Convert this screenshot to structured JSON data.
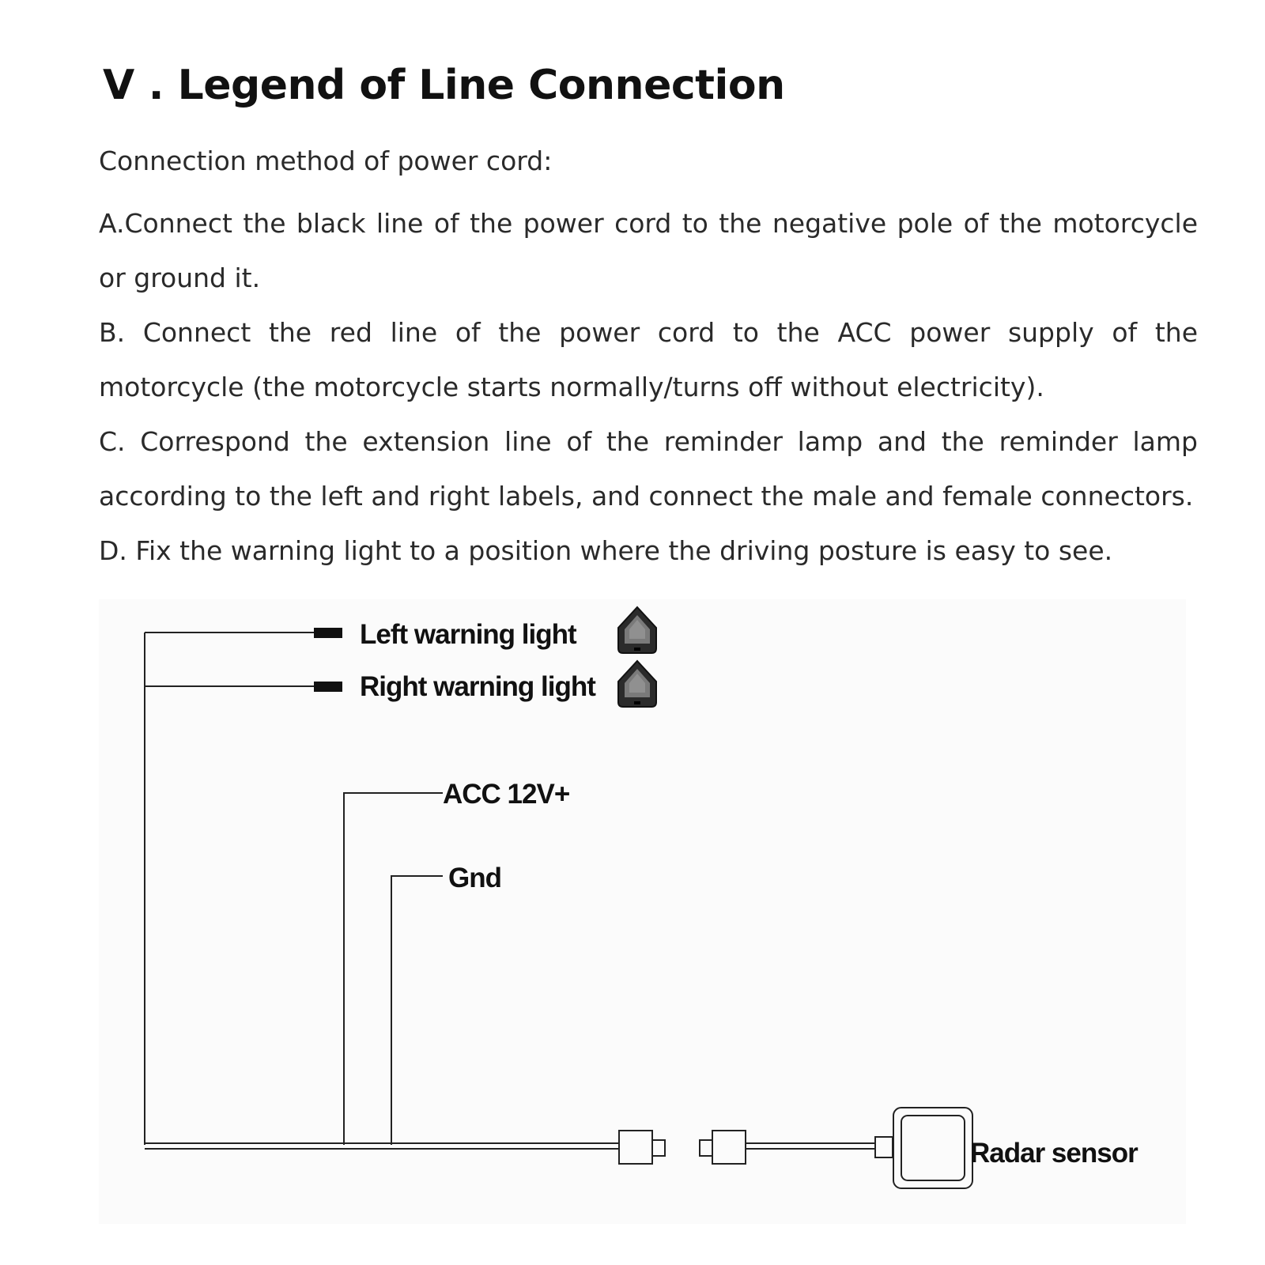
{
  "header": {
    "section_number": "V",
    "title": ". Legend of Line Connection"
  },
  "intro": "Connection method of power cord:",
  "steps": [
    "A.Connect the black line of the power cord to the negative pole of the motorcycle or ground it.",
    "B. Connect the red line of the power cord to the ACC power supply of the motorcycle (the motorcycle starts normally/turns off without electricity).",
    "C. Correspond the extension line of the reminder lamp and the reminder lamp according to the left and right labels, and connect the male and female connectors.",
    "D. Fix the warning light to a position where the driving posture is easy to see."
  ],
  "diagram": {
    "left_warning_light": "Left warning light",
    "right_warning_light": "Right warning light",
    "acc": "ACC 12V+",
    "gnd": "Gnd",
    "radar_sensor": "Radar sensor",
    "icons": [
      "warning-lamp-icon",
      "warning-lamp-icon"
    ]
  }
}
